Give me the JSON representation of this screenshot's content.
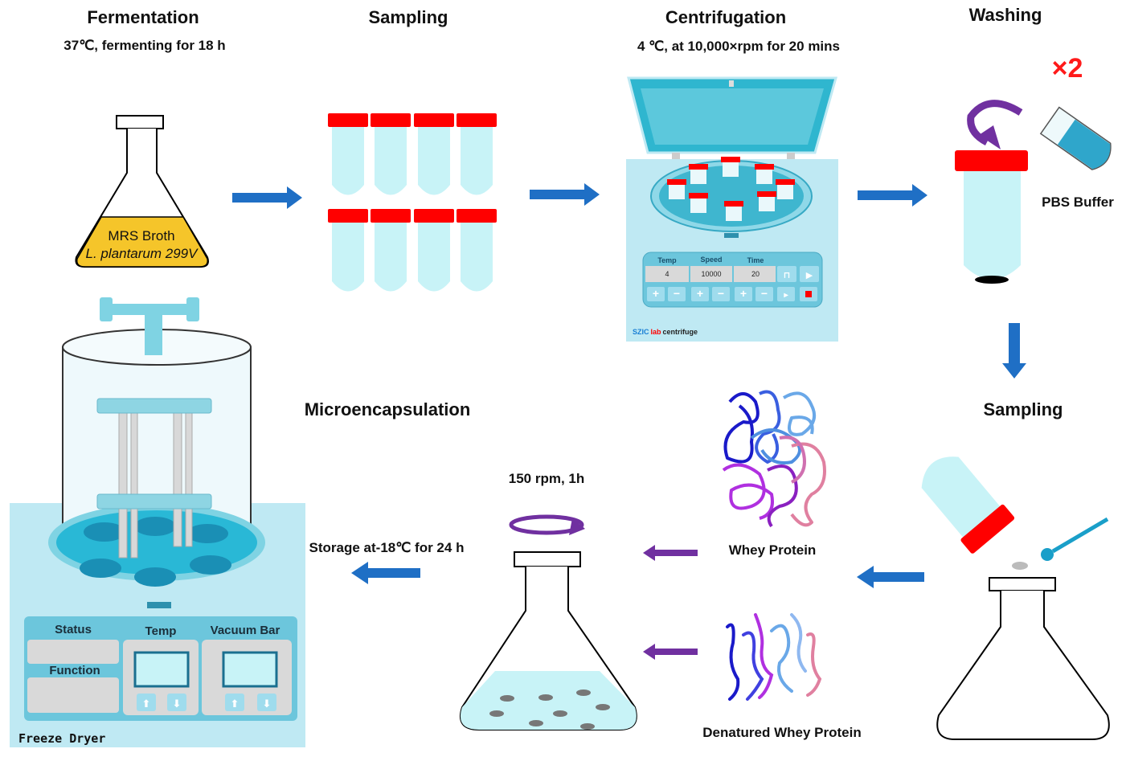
{
  "steps": {
    "fermentation": {
      "title": "Fermentation",
      "condition": "37℃, fermenting for 18 h"
    },
    "sampling1": {
      "title": "Sampling"
    },
    "centrifugation": {
      "title": "Centrifugation",
      "condition": "4 ℃, at 10,000×rpm for 20 mins"
    },
    "washing": {
      "title": "Washing",
      "repeat": "×2",
      "buffer": "PBS Buffer"
    },
    "sampling2": {
      "title": "Sampling"
    },
    "microencapsulation": {
      "title": "Microencapsulation",
      "condition": "150 rpm, 1h"
    },
    "storage": {
      "condition": "Storage at-18℃ for 24 h"
    }
  },
  "flask": {
    "line1": "MRS Broth",
    "line2": "L. plantarum 299V"
  },
  "centrifuge": {
    "fields": [
      {
        "label": "Temp",
        "value": "4"
      },
      {
        "label": "Speed",
        "value": "10000"
      },
      {
        "label": "Time",
        "value": "20"
      }
    ],
    "brand_a": "SZIC",
    "brand_b": "lab",
    "brand_c": "centrifuge"
  },
  "proteins": {
    "native": "Whey Protein",
    "denatured": "Denatured Whey Protein"
  },
  "freeze_dryer": {
    "status": "Status",
    "function": "Function",
    "temp": "Temp",
    "vacuum": "Vacuum Bar",
    "name": "Freeze Dryer"
  },
  "colors": {
    "arrow_blue": "#1f6fc5",
    "arrow_purple": "#7030a0",
    "cap_red": "#ff0000",
    "tube_fill": "#c8f3f7",
    "broth_yellow": "#f5c52a",
    "device_blue": "#bfe9f3"
  }
}
